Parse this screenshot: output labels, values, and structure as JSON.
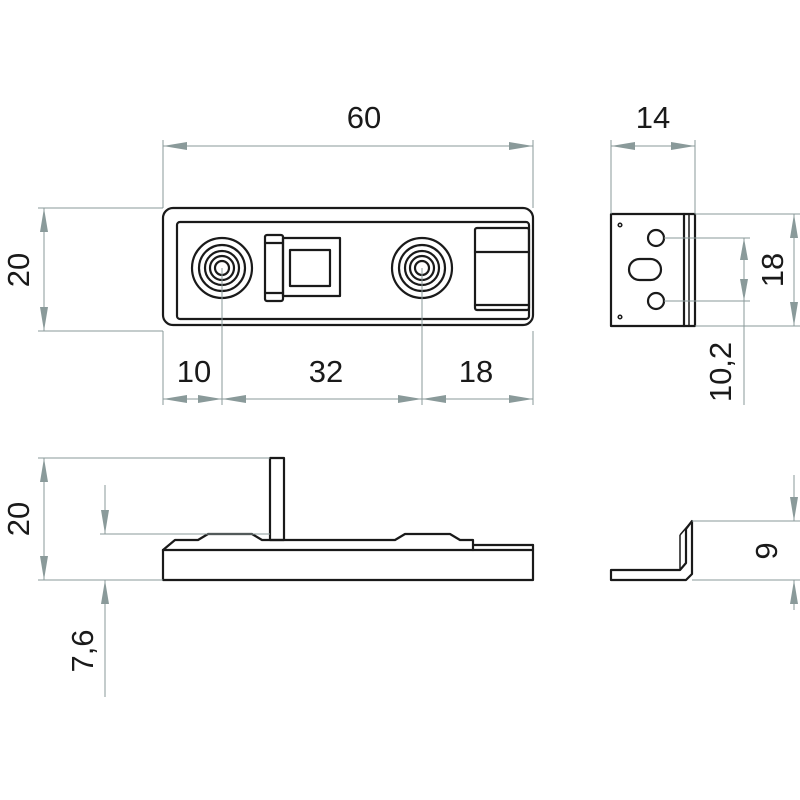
{
  "dimensions": {
    "top_length": "60",
    "top_height": "20",
    "seg_left": "10",
    "seg_mid": "32",
    "seg_right": "18",
    "side_width": "14",
    "side_height": "18",
    "side_hole_offset": "10,2",
    "front_height": "20",
    "front_base": "7,6",
    "side_angle_height": "9"
  },
  "colors": {
    "outline": "#1a1a1a",
    "dimension": "#8a9a9a",
    "background": "#ffffff"
  }
}
